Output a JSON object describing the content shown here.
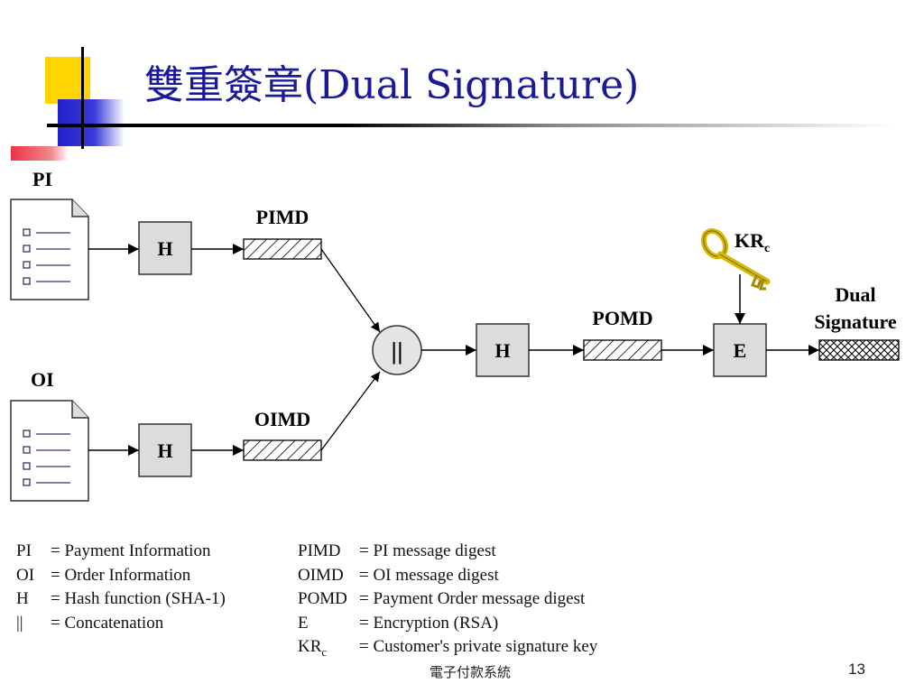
{
  "slide": {
    "title": "雙重簽章(Dual Signature)",
    "footer": "電子付款系統",
    "page_number": "13"
  },
  "diagram": {
    "pi_label": "PI",
    "oi_label": "OI",
    "hash_label": "H",
    "pimd_label": "PIMD",
    "oimd_label": "OIMD",
    "concat_label": "||",
    "pomd_label": "POMD",
    "encrypt_label": "E",
    "key_label": "KR",
    "key_label_sub": "c",
    "dual_label_1": "Dual",
    "dual_label_2": "Signature"
  },
  "legend": {
    "left": [
      {
        "key": "PI",
        "def": "=  Payment Information"
      },
      {
        "key": "OI",
        "def": "=  Order Information"
      },
      {
        "key": "H",
        "def": "=  Hash function (SHA-1)"
      },
      {
        "key": "||",
        "def": "=  Concatenation"
      }
    ],
    "right": [
      {
        "key": "PIMD",
        "def": "=  PI message digest"
      },
      {
        "key": "OIMD",
        "def": "=  OI message digest"
      },
      {
        "key": "POMD",
        "def": "=  Payment Order message digest"
      },
      {
        "key": "E",
        "def": "=  Encryption (RSA)"
      },
      {
        "key": "KR",
        "key_sub": "c",
        "def": "=  Customer's private signature key"
      }
    ]
  },
  "colors": {
    "title": "#1a1a99",
    "deco_yellow": "#ffd400",
    "deco_blue": "#3333cc",
    "deco_red": "#ee3344",
    "box_fill": "#dcdcdc",
    "key_gold": "#e8c800"
  }
}
